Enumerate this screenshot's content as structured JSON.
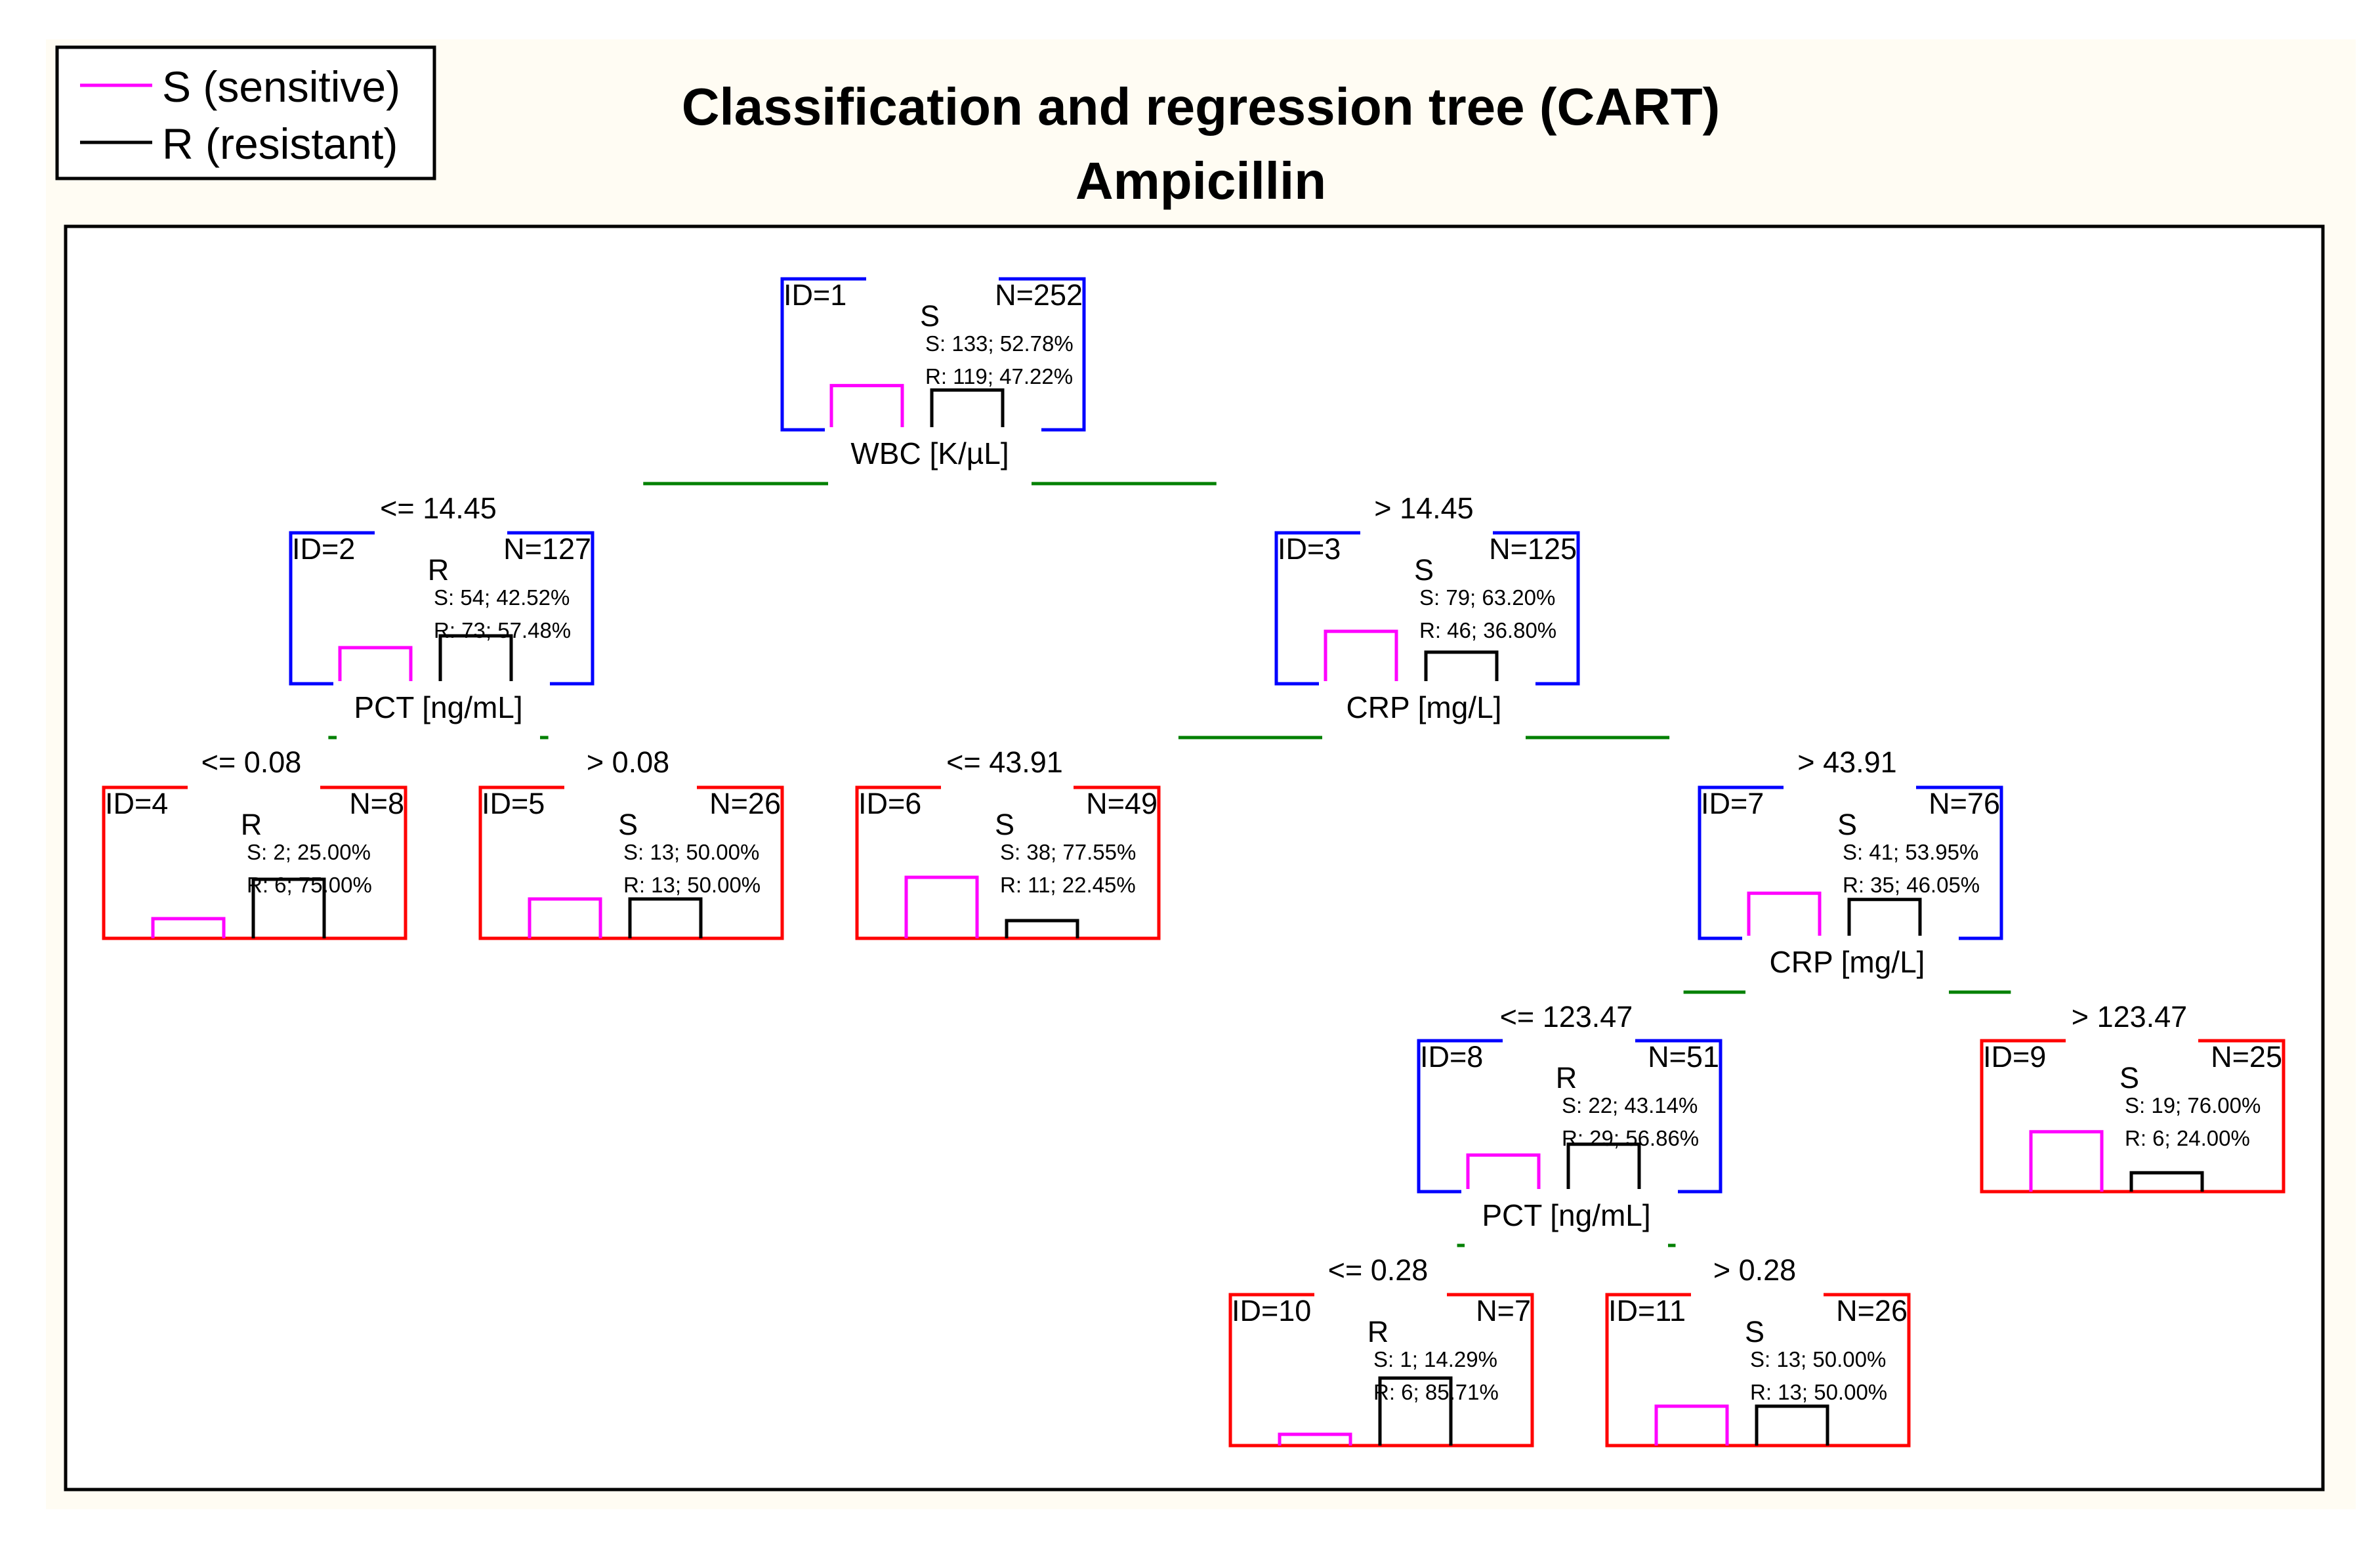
{
  "title": "Classification and regression tree (CART)",
  "subtitle": "Ampicillin",
  "legend": [
    {
      "label": "S (sensitive)",
      "color": "#ff00ff"
    },
    {
      "label": "R (resistant)",
      "color": "#000000"
    }
  ],
  "colors": {
    "sensitive": "#ff00ff",
    "resistant": "#000000",
    "internal_node": "#0000ff",
    "terminal_node": "#ff0000",
    "edge": "#008000",
    "background": "#fffcf3"
  },
  "nodes": [
    {
      "id": "ID=1",
      "n": "N=252",
      "cls": "S",
      "s": "S: 133; 52.78%",
      "r": "R: 119; 47.22%",
      "s_frac": 0.5278,
      "r_frac": 0.4722,
      "terminal": false,
      "split": "WBC [K/µL]"
    },
    {
      "id": "ID=2",
      "n": "N=127",
      "cls": "R",
      "s": "S: 54; 42.52%",
      "r": "R: 73; 57.48%",
      "s_frac": 0.4252,
      "r_frac": 0.5748,
      "terminal": false,
      "split": "PCT [ng/mL]"
    },
    {
      "id": "ID=3",
      "n": "N=125",
      "cls": "S",
      "s": "S: 79; 63.20%",
      "r": "R: 46; 36.80%",
      "s_frac": 0.632,
      "r_frac": 0.368,
      "terminal": false,
      "split": "CRP [mg/L]"
    },
    {
      "id": "ID=4",
      "n": "N=8",
      "cls": "R",
      "s": "S: 2; 25.00%",
      "r": "R: 6; 75.00%",
      "s_frac": 0.25,
      "r_frac": 0.75,
      "terminal": true
    },
    {
      "id": "ID=5",
      "n": "N=26",
      "cls": "S",
      "s": "S: 13; 50.00%",
      "r": "R: 13; 50.00%",
      "s_frac": 0.5,
      "r_frac": 0.5,
      "terminal": true
    },
    {
      "id": "ID=6",
      "n": "N=49",
      "cls": "S",
      "s": "S: 38; 77.55%",
      "r": "R: 11; 22.45%",
      "s_frac": 0.7755,
      "r_frac": 0.2245,
      "terminal": true
    },
    {
      "id": "ID=7",
      "n": "N=76",
      "cls": "S",
      "s": "S: 41; 53.95%",
      "r": "R: 35; 46.05%",
      "s_frac": 0.5395,
      "r_frac": 0.4605,
      "terminal": false,
      "split": "CRP [mg/L]"
    },
    {
      "id": "ID=8",
      "n": "N=51",
      "cls": "R",
      "s": "S: 22; 43.14%",
      "r": "R: 29; 56.86%",
      "s_frac": 0.4314,
      "r_frac": 0.5686,
      "terminal": false,
      "split": "PCT [ng/mL]"
    },
    {
      "id": "ID=9",
      "n": "N=25",
      "cls": "S",
      "s": "S: 19; 76.00%",
      "r": "R: 6; 24.00%",
      "s_frac": 0.76,
      "r_frac": 0.24,
      "terminal": true
    },
    {
      "id": "ID=10",
      "n": "N=7",
      "cls": "R",
      "s": "S: 1; 14.29%",
      "r": "R: 6; 85.71%",
      "s_frac": 0.1429,
      "r_frac": 0.8571,
      "terminal": true
    },
    {
      "id": "ID=11",
      "n": "N=26",
      "cls": "S",
      "s": "S: 13; 50.00%",
      "r": "R: 13; 50.00%",
      "s_frac": 0.5,
      "r_frac": 0.5,
      "terminal": true
    }
  ],
  "conditions": [
    {
      "left": "<= 14.45",
      "right": "> 14.45"
    },
    {
      "left": "<= 0.08",
      "right": "> 0.08"
    },
    {
      "left": "<= 43.91",
      "right": "> 43.91"
    },
    {
      "left": "<= 123.47",
      "right": "> 123.47"
    },
    {
      "left": "<= 0.28",
      "right": "> 0.28"
    }
  ]
}
